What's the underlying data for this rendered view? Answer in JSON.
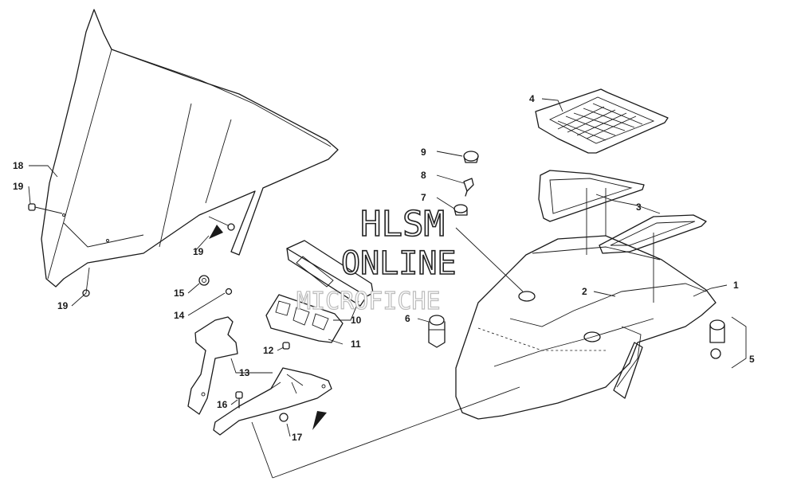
{
  "diagram": {
    "callouts": [
      {
        "id": "1",
        "text": "1"
      },
      {
        "id": "2",
        "text": "2"
      },
      {
        "id": "3",
        "text": "3"
      },
      {
        "id": "4",
        "text": "4"
      },
      {
        "id": "5",
        "text": "5"
      },
      {
        "id": "6",
        "text": "6"
      },
      {
        "id": "7",
        "text": "7"
      },
      {
        "id": "8",
        "text": "8"
      },
      {
        "id": "9",
        "text": "9"
      },
      {
        "id": "10",
        "text": "10"
      },
      {
        "id": "11",
        "text": "11"
      },
      {
        "id": "12",
        "text": "12"
      },
      {
        "id": "13",
        "text": "13"
      },
      {
        "id": "14",
        "text": "14"
      },
      {
        "id": "15",
        "text": "15"
      },
      {
        "id": "16",
        "text": "16"
      },
      {
        "id": "17",
        "text": "17"
      },
      {
        "id": "18",
        "text": "18"
      },
      {
        "id": "19a",
        "text": "19"
      },
      {
        "id": "19b",
        "text": "19"
      },
      {
        "id": "19c",
        "text": "19"
      }
    ]
  },
  "watermark": {
    "line1": "HLSM",
    "line2": "ONLINE",
    "line3": "MICROFICHE"
  },
  "colors": {
    "line": "#1a1a1a",
    "background": "#ffffff",
    "watermark_faint": "#bcbcbc"
  }
}
